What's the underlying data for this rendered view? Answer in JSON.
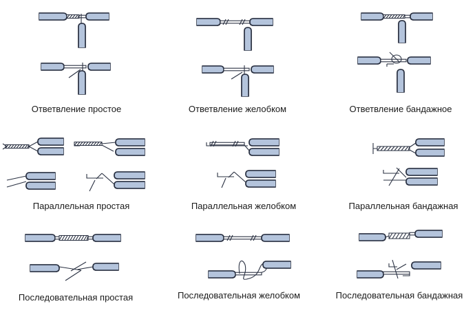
{
  "title": "Способы соединения проводов",
  "colors": {
    "insulation": "#b4c4dc",
    "outline": "#2a3142",
    "background": "#ffffff",
    "text": "#1a1a1a"
  },
  "panels": [
    {
      "id": "branch-simple",
      "label": "Ответвление простое",
      "type": "branch",
      "method": "simple"
    },
    {
      "id": "branch-groove",
      "label": "Ответвление желобком",
      "type": "branch",
      "method": "groove"
    },
    {
      "id": "branch-bandage",
      "label": "Ответвление бандажное",
      "type": "branch",
      "method": "bandage"
    },
    {
      "id": "parallel-simple",
      "label": "Параллельная простая",
      "type": "parallel",
      "method": "simple"
    },
    {
      "id": "parallel-groove",
      "label": "Параллельная желобком",
      "type": "parallel",
      "method": "groove"
    },
    {
      "id": "parallel-bandage",
      "label": "Параллельная бандажная",
      "type": "parallel",
      "method": "bandage"
    },
    {
      "id": "serial-simple",
      "label": "Последовательная простая",
      "type": "serial",
      "method": "simple"
    },
    {
      "id": "serial-groove",
      "label": "Последовательная желобком",
      "type": "serial",
      "method": "groove"
    },
    {
      "id": "serial-bandage",
      "label": "Последовательная бандажная",
      "type": "serial",
      "method": "bandage"
    }
  ]
}
